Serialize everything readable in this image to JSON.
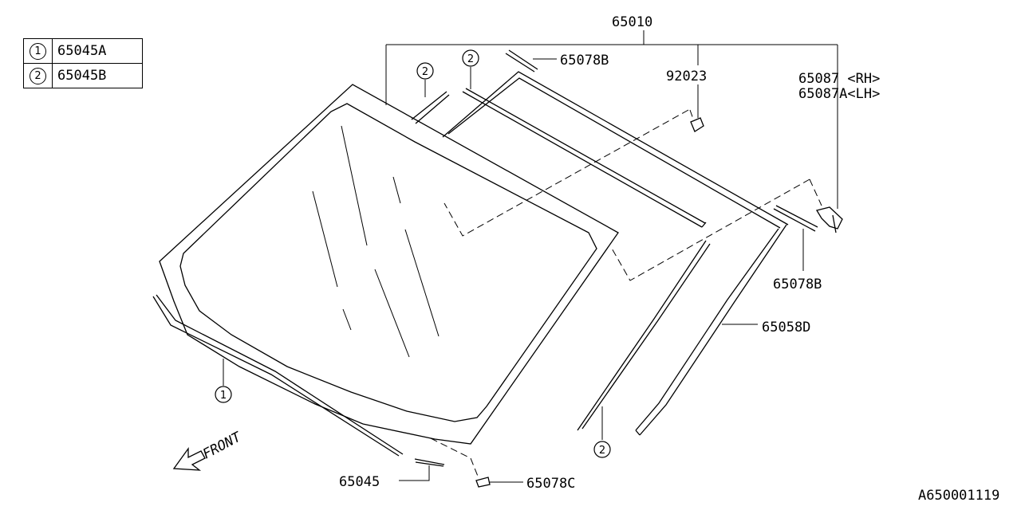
{
  "legend": [
    {
      "key": "1",
      "part": "65045A"
    },
    {
      "key": "2",
      "part": "65045B"
    }
  ],
  "labels": {
    "p65010": "65010",
    "p65078B_top": "65078B",
    "p92023": "92023",
    "p65087_rh": "65087 <RH>",
    "p65087A_lh": "65087A<LH>",
    "p65078B_right": "65078B",
    "p65058D": "65058D",
    "p65045": "65045",
    "p65078C": "65078C",
    "front": "FRONT",
    "diagram_code": "A650001119"
  },
  "callouts": {
    "c1": "1",
    "c2_left": "2",
    "c2_mid": "2",
    "c2_bottom": "2"
  }
}
